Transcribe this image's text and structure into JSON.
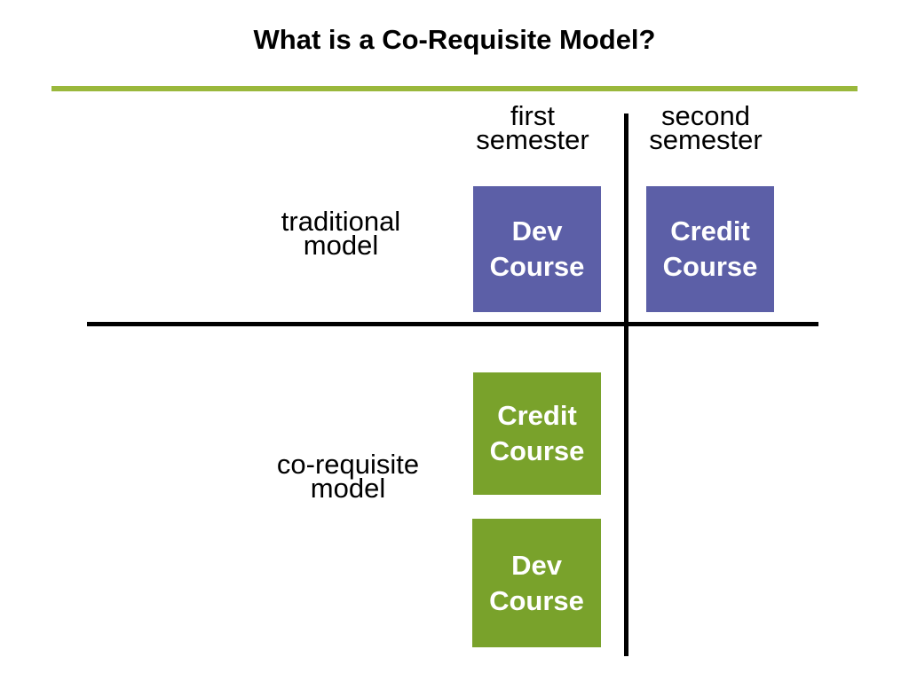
{
  "slide": {
    "title": "What is a Co-Requisite Model?"
  },
  "colors": {
    "title_underline_rule": "#9AB83C",
    "traditional_box": "#5C5FA7",
    "corequisite_box": "#79A22B",
    "divider_lines": "#000000",
    "box_text": "#FFFFFF",
    "label_text": "#000000",
    "background": "#FFFFFF"
  },
  "matrix": {
    "column_headers": [
      {
        "line1": "first",
        "line2": "semester"
      },
      {
        "line1": "second",
        "line2": "semester"
      }
    ],
    "row_headers": [
      {
        "line1": "traditional",
        "line2": "model"
      },
      {
        "line1": "co-requisite",
        "line2": "model"
      }
    ],
    "cells": [
      {
        "row": "traditional model",
        "column": "first semester",
        "line1": "Dev",
        "line2": "Course"
      },
      {
        "row": "traditional model",
        "column": "second semester",
        "line1": "Credit",
        "line2": "Course"
      },
      {
        "row": "co-requisite model",
        "column": "first semester",
        "line1": "Credit",
        "line2": "Course"
      },
      {
        "row": "co-requisite model",
        "column": "first semester",
        "line1": "Dev",
        "line2": "Course"
      }
    ]
  }
}
